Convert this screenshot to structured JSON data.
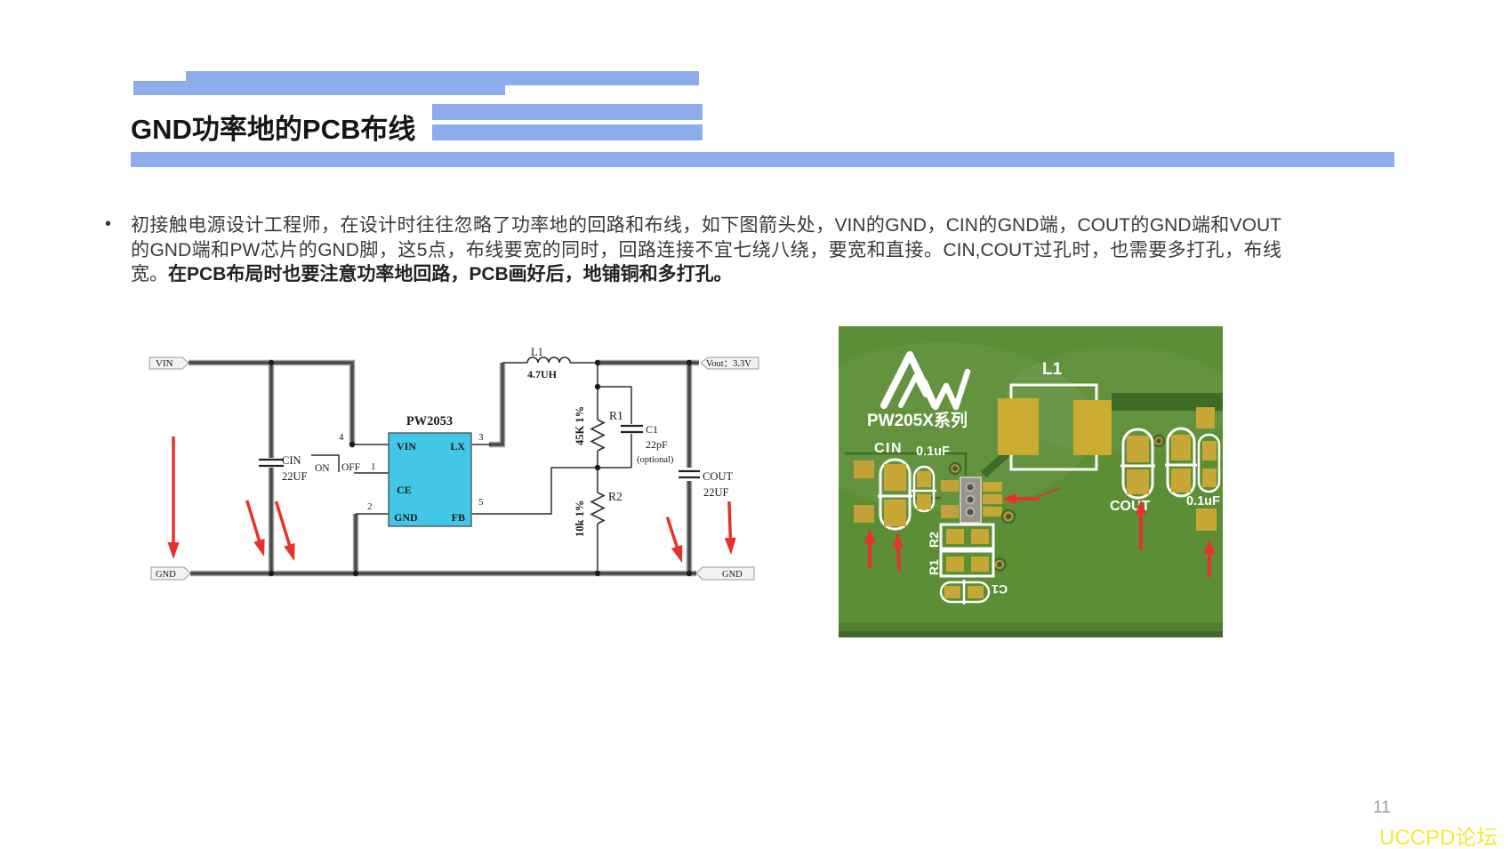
{
  "slide": {
    "title": "GND功率地的PCB布线",
    "bullet": "•",
    "body_text": "初接触电源设计工程师，在设计时往往忽略了功率地的回路和布线，如下图箭头处，VIN的GND，CIN的GND端，COUT的GND端和VOUT的GND端和PW芯片的GND脚，这5点，布线要宽的同时，回路连接不宜七绕八绕，要宽和直接。CIN,COUT过孔时，也需要多打孔，布线宽。",
    "body_text_bold": "在PCB布局时也要注意功率地回路，PCB画好后，地铺铜和多打孔。",
    "page_number": "11",
    "watermark": "UCCPD论坛",
    "accent_blue": "#8cacec"
  },
  "schematic": {
    "net_labels": {
      "vin": "VIN",
      "gnd_left": "GND",
      "gnd_right": "GND",
      "vout": "Vout：3.3V"
    },
    "chip": {
      "part": "PW2053",
      "pin_vin": "VIN",
      "pin_ce": "CE",
      "pin_gnd": "GND",
      "pin_lx": "LX",
      "pin_fb": "FB",
      "num_vin": "4",
      "num_ce": "1",
      "num_gnd": "2",
      "num_lx": "3",
      "num_fb": "5",
      "body_color": "#43c7e8"
    },
    "inductor": {
      "ref": "L1",
      "value": "4.7UH"
    },
    "cin": {
      "ref": "CIN",
      "value": "22UF"
    },
    "cout": {
      "ref": "COUT",
      "value": "22UF"
    },
    "c1": {
      "ref": "C1",
      "value": "22pF",
      "note": "(optional)"
    },
    "r1": {
      "ref": "R1",
      "value": "45K 1%"
    },
    "r2": {
      "ref": "R2",
      "value": "10k 1%"
    },
    "switch": {
      "on": "ON",
      "off": "OFF"
    },
    "arrow_color": "#e8312b"
  },
  "pcb": {
    "brand": "PW205X系列",
    "labels": {
      "l1": "L1",
      "cin": "CIN",
      "cin_val": "0.1uF",
      "cout": "COUT",
      "cout_val": "0.1uF",
      "r1": "R1",
      "r2": "R2",
      "c1": "C1"
    },
    "colors": {
      "board": "#5c8e36",
      "trace": "#3e6b27",
      "pad": "#c7a736",
      "silk": "#ffffff",
      "arrow": "#e53330"
    }
  }
}
